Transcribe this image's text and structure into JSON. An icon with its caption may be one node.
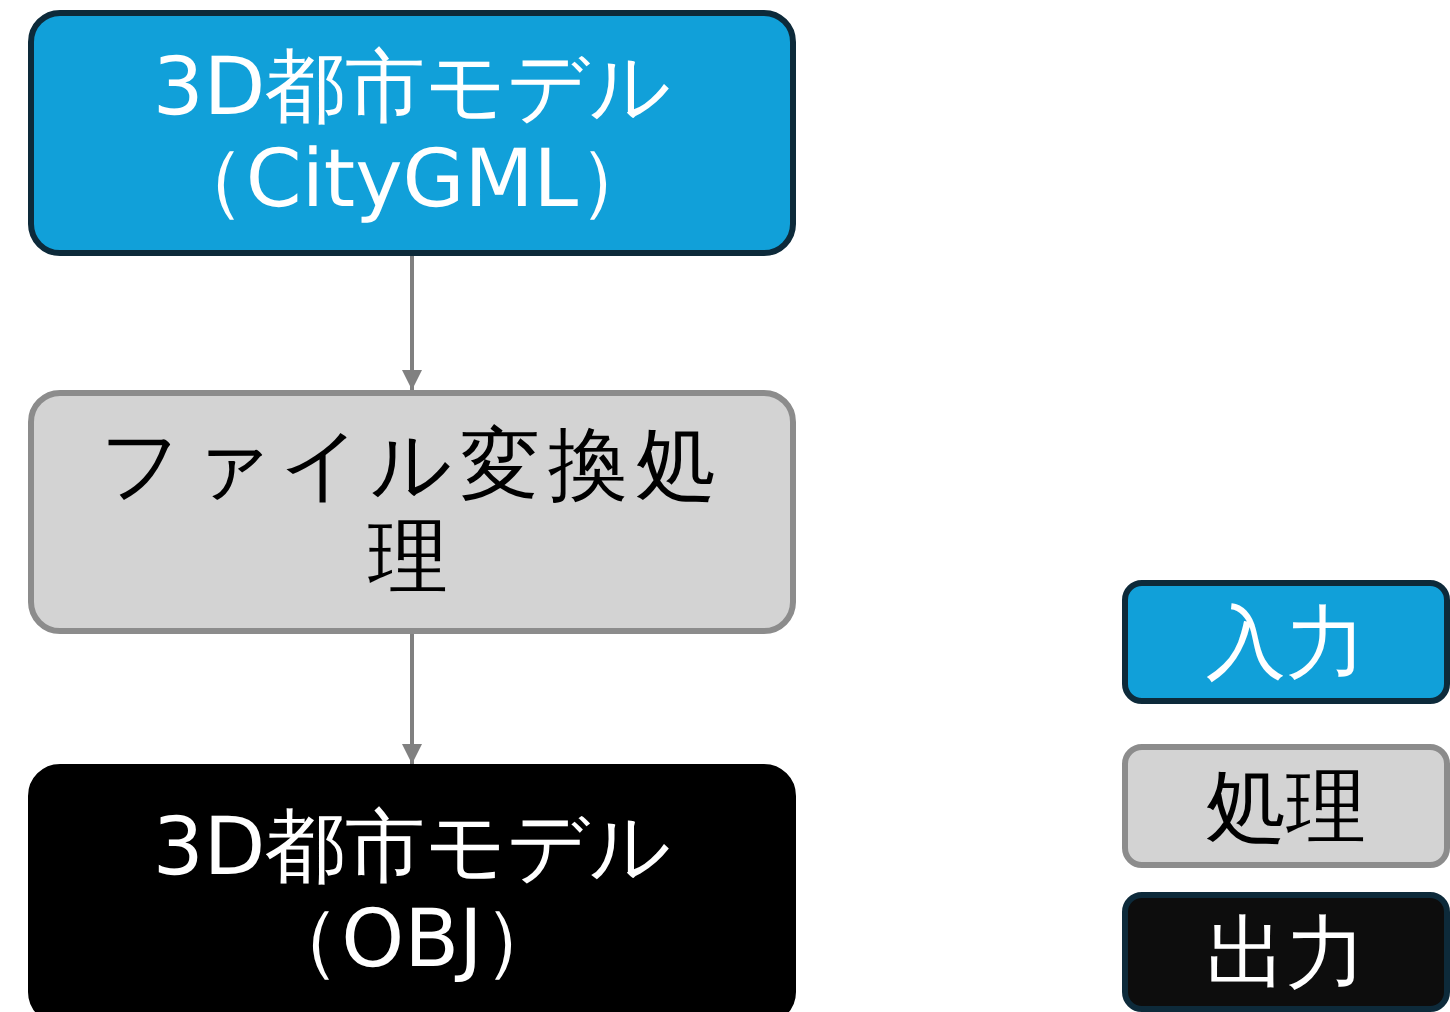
{
  "diagram": {
    "nodes": [
      {
        "text": [
          "3D都市モデル（CityGML）"
        ]
      },
      {
        "text": [
          "ファイル変換処理"
        ]
      },
      {
        "text": [
          "3D都市モデル（OBJ）"
        ]
      }
    ],
    "edges": [
      {
        "from": 0,
        "to": 1,
        "arrow": "to"
      },
      {
        "from": 1,
        "to": 2,
        "arrow": "to"
      }
    ],
    "legend": [
      {
        "text": "入力",
        "color": "#11a0d9"
      },
      {
        "text": "処理",
        "color": "#d3d3d3"
      },
      {
        "text": "出力",
        "color": "#0d0d0d"
      }
    ]
  }
}
